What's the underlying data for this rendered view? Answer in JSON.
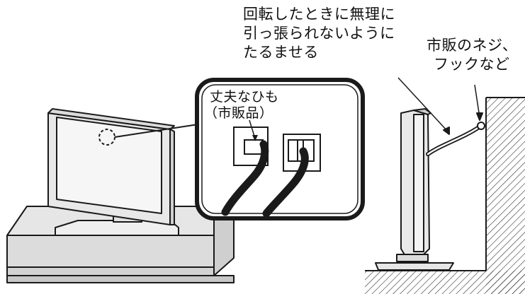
{
  "callout_right_top": {
    "line1": "回転したときに無理に",
    "line2": "引っ張られないように",
    "line3": "たるませる"
  },
  "callout_hook": {
    "line1": "市販のネジ、",
    "line2": "フックなど"
  },
  "callout_string": {
    "line1": "丈夫なひも",
    "line2": "（市販品）"
  },
  "colors": {
    "line": "#1a1a1a",
    "panel_fill": "#e6e6e6",
    "screen_fill": "#f4f4f4",
    "hatch": "#333333"
  }
}
